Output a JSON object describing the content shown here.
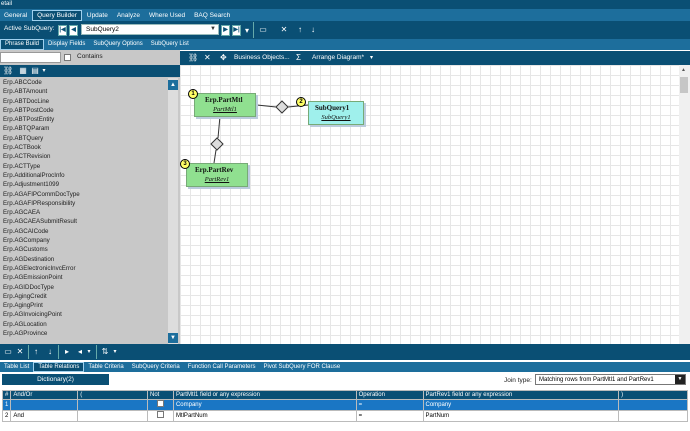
{
  "window": {
    "title": "etail"
  },
  "menu": [
    {
      "label": "General"
    },
    {
      "label": "Query Builder",
      "active": true
    },
    {
      "label": "Update"
    },
    {
      "label": "Analyze"
    },
    {
      "label": "Where Used"
    },
    {
      "label": "BAQ Search"
    }
  ],
  "subquery_bar": {
    "label": "Active SubQuery:",
    "value": "SubQuery2"
  },
  "tabs_top": [
    {
      "label": "Phrase Build",
      "active": true
    },
    {
      "label": "Display Fields"
    },
    {
      "label": "SubQuery Options"
    },
    {
      "label": "SubQuery List"
    }
  ],
  "search": {
    "value": "",
    "contains_label": "Contains"
  },
  "table_list": [
    "Erp.ABCCode",
    "Erp.ABTAmount",
    "Erp.ABTDocLine",
    "Erp.ABTPostCode",
    "Erp.ABTPostEntity",
    "Erp.ABTQParam",
    "Erp.ABTQuery",
    "Erp.ACTBook",
    "Erp.ACTRevision",
    "Erp.ACTType",
    "Erp.AdditionalProcInfo",
    "Erp.Adjustment1099",
    "Erp.AGAFIPCommDocType",
    "Erp.AGAFIPResponsibility",
    "Erp.AGCAEA",
    "Erp.AGCAEASubmitResult",
    "Erp.AGCAICode",
    "Erp.AGCompany",
    "Erp.AGCustoms",
    "Erp.AGDestination",
    "Erp.AGElectronicInvcError",
    "Erp.AGEmissionPoint",
    "Erp.AGIDDocType",
    "Erp.AgingCredit",
    "Erp.AgingPrint",
    "Erp.AGInvoicingPoint",
    "Erp.AGLocation",
    "Erp.AGProvince"
  ],
  "canvas_toolbar": {
    "business_objects": "Business Objects...",
    "sigma": "Σ",
    "arrange": "Arrange Diagram*"
  },
  "diagram": {
    "nodes": [
      {
        "badge": "1",
        "title": "Erp.PartMtl",
        "alias": "PartMtl1"
      },
      {
        "badge": "2",
        "title": "SubQuery1",
        "alias": "SubQuery1"
      },
      {
        "badge": "3",
        "title": "Erp.PartRev",
        "alias": "PartRev1"
      }
    ]
  },
  "tabs_bottom": [
    {
      "label": "Table List"
    },
    {
      "label": "Table Relations",
      "active": true
    },
    {
      "label": "Table Criteria"
    },
    {
      "label": "SubQuery Criteria"
    },
    {
      "label": "Function Call Parameters"
    },
    {
      "label": "Pivot SubQuery FOR Clause"
    }
  ],
  "relations": {
    "dictionary_button": "Dictionary(2)",
    "join_type_label": "Join type:",
    "join_type_value": "Matching rows from PartMtl1 and PartRev1",
    "columns": [
      "#",
      "And/Or",
      "(",
      "Not",
      "PartMtl1 field or any expression",
      "Operation",
      "PartRev1 field or any expression",
      ")"
    ],
    "rows": [
      {
        "num": "1",
        "andor": "",
        "open": "",
        "field1": "Company",
        "op": "=",
        "field2": "Company",
        "close": ""
      },
      {
        "num": "2",
        "andor": "And",
        "open": "",
        "field1": "MtlPartNum",
        "op": "=",
        "field2": "PartNum",
        "close": ""
      }
    ]
  },
  "colors": {
    "dark": "#0a4f74",
    "accent": "#1d6e9c",
    "node_green": "#90e090",
    "node_blue": "#9ff0ec",
    "badge": "#ffff66"
  }
}
